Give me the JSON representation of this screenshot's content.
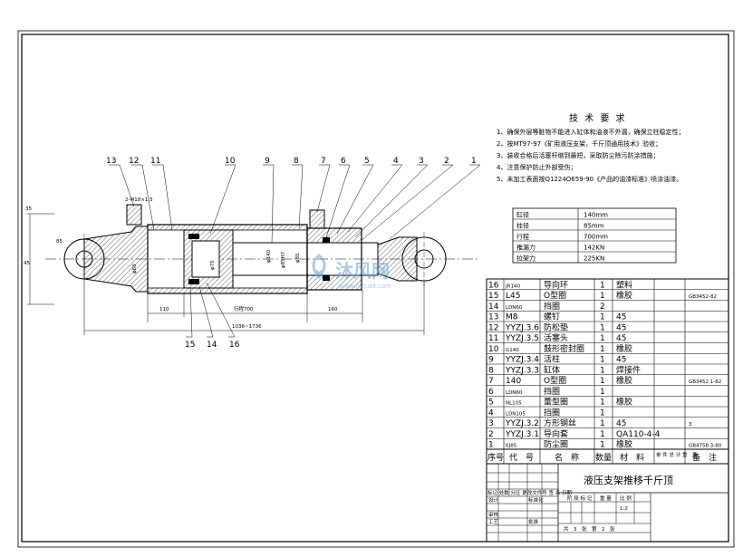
{
  "tech_requirements": {
    "title": "技 术 要 求",
    "items": [
      "1、确保外层等脏物不能进入缸体和油液不外漏，确保立柱稳定性；",
      "2、按MT97-97《矿用液压支架，千斤顶通用技术》验收；",
      "3、装收合格后活塞杆缩到最短，采取防尘除污防涂措施；",
      "4、注意保护防止外部受伤；",
      "5、未加工表面按Q1224O659-90《产品的油漆标准》喷涂油漆。"
    ]
  },
  "spec_table": {
    "rows": [
      [
        "缸径",
        "140mm"
      ],
      [
        "柱径",
        "85mm"
      ],
      [
        "行程",
        "700mm"
      ],
      [
        "推漏力",
        "142KN"
      ],
      [
        "拉架力",
        "225KN"
      ]
    ]
  },
  "bom": {
    "rows": [
      [
        "16",
        "JR140",
        "导向环",
        "1",
        "塑料",
        ""
      ],
      [
        "15",
        "L45",
        "O型圈",
        "1",
        "橡胶",
        "GB3452-82"
      ],
      [
        "14",
        "LDN60",
        "挡圈",
        "2",
        "",
        ""
      ],
      [
        "13",
        "M8",
        "螺钉",
        "1",
        "45",
        ""
      ],
      [
        "12",
        "YYZJ.3.6",
        "防松垫",
        "1",
        "45",
        ""
      ],
      [
        "11",
        "YYZJ.3.5",
        "活塞头",
        "1",
        "45",
        ""
      ],
      [
        "10",
        "G140",
        "鼓形密封圈",
        "1",
        "橡胶",
        ""
      ],
      [
        "9",
        "YYZJ.3.4",
        "活柱",
        "1",
        "45",
        ""
      ],
      [
        "8",
        "YYZJ.3.3",
        "缸体",
        "1",
        "焊接件",
        ""
      ],
      [
        "7",
        "140",
        "O型圈",
        "1",
        "橡胶",
        "GB3452.1-82"
      ],
      [
        "6",
        "LDN60",
        "挡圈",
        "1",
        "",
        ""
      ],
      [
        "5",
        "NL105",
        "蕾型圈",
        "1",
        "橡胶",
        ""
      ],
      [
        "4",
        "LDN105",
        "挡圈",
        "1",
        "",
        ""
      ],
      [
        "3",
        "YYZJ.3.2",
        "方形钢丝",
        "1",
        "45",
        "3"
      ],
      [
        "2",
        "YYZJ.3.1",
        "导向套",
        "1",
        "QA110-4-4",
        ""
      ],
      [
        "1",
        "KJ85",
        "防尘圈",
        "1",
        "橡胶",
        "GB4758.3-80"
      ]
    ],
    "header": [
      "序号",
      "代　号",
      "名　称",
      "数量",
      "材　料",
      "单 件 总 计 重　量",
      "备　注"
    ]
  },
  "title_block": {
    "title": "液压支架推移千斤顶",
    "revision_row": "标记 处数 分区 更改文件号 签 名 日期",
    "design": "设计",
    "standardize": "标准化",
    "review": "审核",
    "process": "工艺",
    "approve": "批准",
    "stage_label": "阶 段 标 记",
    "weight_label": "重 量",
    "scale_label": "比 例",
    "scale_value": "1:2",
    "sheets": "共　3　张　第　2　张"
  },
  "drawing": {
    "part_labels": [
      "13",
      "12",
      "11",
      "10",
      "9",
      "8",
      "7",
      "6",
      "5",
      "4",
      "3",
      "2",
      "1"
    ],
    "lower_labels": [
      "15",
      "14",
      "16"
    ],
    "dims": {
      "d110": "110",
      "stroke": "行程700",
      "d160": "160",
      "overall": "1036~1736",
      "phi140": "φ140",
      "phi85": "φ85",
      "phi85h7": "φ85H7",
      "phi60": "φ60",
      "phi75": "φ75",
      "thread": "2-M18×1.5",
      "top_left": "35",
      "side": "45",
      "gap": "85"
    }
  },
  "watermark": {
    "brand": "沐风网",
    "url": "www.mfcad.com"
  }
}
